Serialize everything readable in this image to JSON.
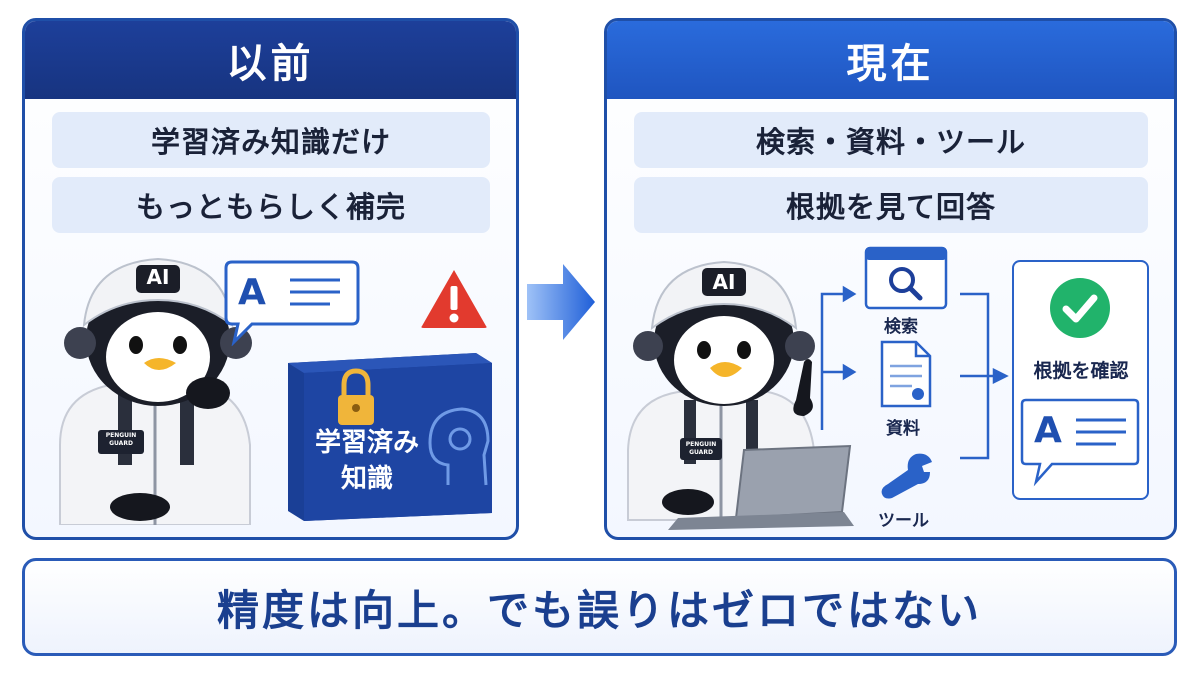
{
  "left": {
    "title": "以前",
    "items": [
      "学習済み知識だけ",
      "もっともらしく補完"
    ],
    "box_label_line1": "学習済み",
    "box_label_line2": "知識",
    "helmet_text": "AI",
    "badge_text": "PENGUIN GUARD",
    "bubble_letter": "A"
  },
  "right": {
    "title": "現在",
    "items": [
      "検索・資料・ツール",
      "根拠を見て回答"
    ],
    "tools": [
      "検索",
      "資料",
      "ツール"
    ],
    "verify_label": "根拠を確認",
    "helmet_text": "AI",
    "badge_text": "PENGUIN GUARD",
    "answer_letter": "A"
  },
  "footer": "精度は向上。でも誤りはゼロではない",
  "colors": {
    "navy": "#1d3f9a",
    "blue": "#2a6bdc",
    "pill": "#e2ebfa",
    "warning": "#e23a2e",
    "check": "#21b36b"
  }
}
